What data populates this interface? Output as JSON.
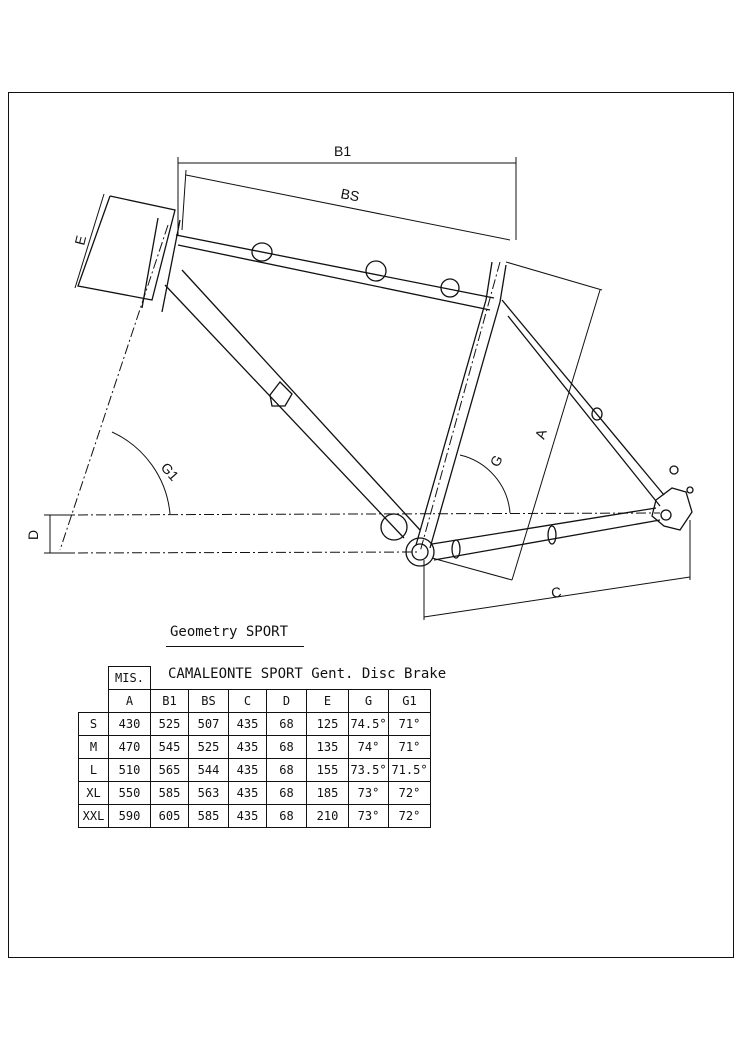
{
  "dimensions": {
    "b1": "B1",
    "bs": "BS",
    "e": "E",
    "a": "A",
    "g": "G",
    "g1": "G1",
    "c": "C",
    "d": "D"
  },
  "geometry_title": "Geometry SPORT",
  "model_title": "CAMALEONTE SPORT Gent. Disc Brake",
  "table": {
    "mis_label": "MIS.",
    "columns": [
      "A",
      "B1",
      "BS",
      "C",
      "D",
      "E",
      "G",
      "G1"
    ],
    "rows": [
      {
        "size": "S",
        "values": [
          "430",
          "525",
          "507",
          "435",
          "68",
          "125",
          "74.5°",
          "71°"
        ]
      },
      {
        "size": "M",
        "values": [
          "470",
          "545",
          "525",
          "435",
          "68",
          "135",
          "74°",
          "71°"
        ]
      },
      {
        "size": "L",
        "values": [
          "510",
          "565",
          "544",
          "435",
          "68",
          "155",
          "73.5°",
          "71.5°"
        ]
      },
      {
        "size": "XL",
        "values": [
          "550",
          "585",
          "563",
          "435",
          "68",
          "185",
          "73°",
          "72°"
        ]
      },
      {
        "size": "XXL",
        "values": [
          "590",
          "605",
          "585",
          "435",
          "68",
          "210",
          "73°",
          "72°"
        ]
      }
    ]
  }
}
